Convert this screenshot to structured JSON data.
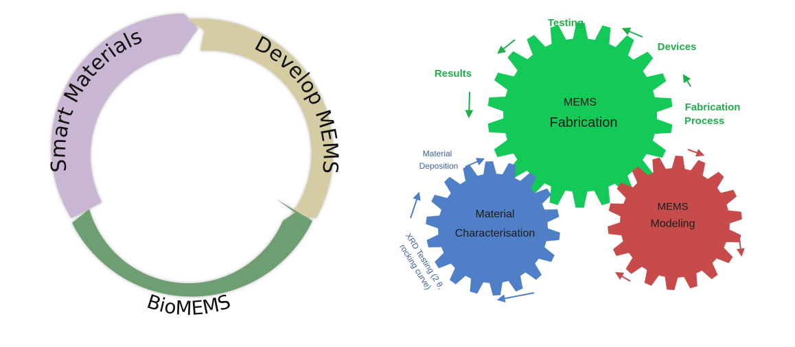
{
  "cycle": {
    "segments": {
      "smart_materials": "Smart Materials",
      "develop_mems": "Develop MEMS",
      "biomems": "BioMEMS"
    }
  },
  "gears": {
    "fabrication": {
      "line1": "MEMS",
      "line2": "Fabrication"
    },
    "characterisation": {
      "line1": "Material",
      "line2": "Characterisation"
    },
    "modeling": {
      "line1": "MEMS",
      "line2": "Modeling"
    }
  },
  "labels": {
    "testing": "Testing",
    "devices": "Devices",
    "results": "Results",
    "fabrication_process_1": "Fabrication",
    "fabrication_process_2": "Process",
    "material_deposition_1": "Material",
    "material_deposition_2": "Deposition",
    "xrd_1": "XRD Testing (2 θ,",
    "xrd_2": "rocking curve)"
  },
  "colors": {
    "smart_materials": "#c9b6d3",
    "develop_mems": "#d6cca4",
    "biomems": "#6e9f72",
    "fabrication_gear": "#13c957",
    "characterisation_gear": "#4f7fc6",
    "modeling_gear": "#c84b4b",
    "green_text": "#1fae4a",
    "blue_text": "#3d5f97",
    "blue_arrow": "#4b7fc6",
    "red_arrow": "#c84b4b"
  }
}
